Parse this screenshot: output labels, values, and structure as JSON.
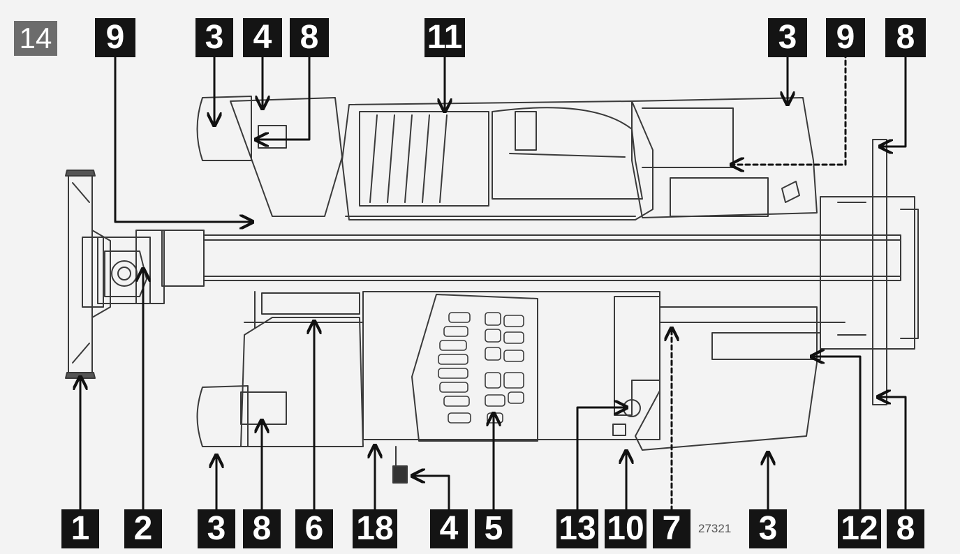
{
  "page_label": "14",
  "figure_number": "27321",
  "top_callouts": [
    "9",
    "3",
    "4",
    "8",
    "11",
    "3",
    "9",
    "8"
  ],
  "bottom_callouts": [
    "1",
    "2",
    "3",
    "8",
    "6",
    "18",
    "4",
    "5",
    "13",
    "10",
    "7",
    "3",
    "12",
    "8"
  ],
  "colors": {
    "background": "#f3f3f3",
    "line": "#3a3a3a",
    "callout_bg": "#141414",
    "page_label_bg": "#6c6c6c"
  }
}
